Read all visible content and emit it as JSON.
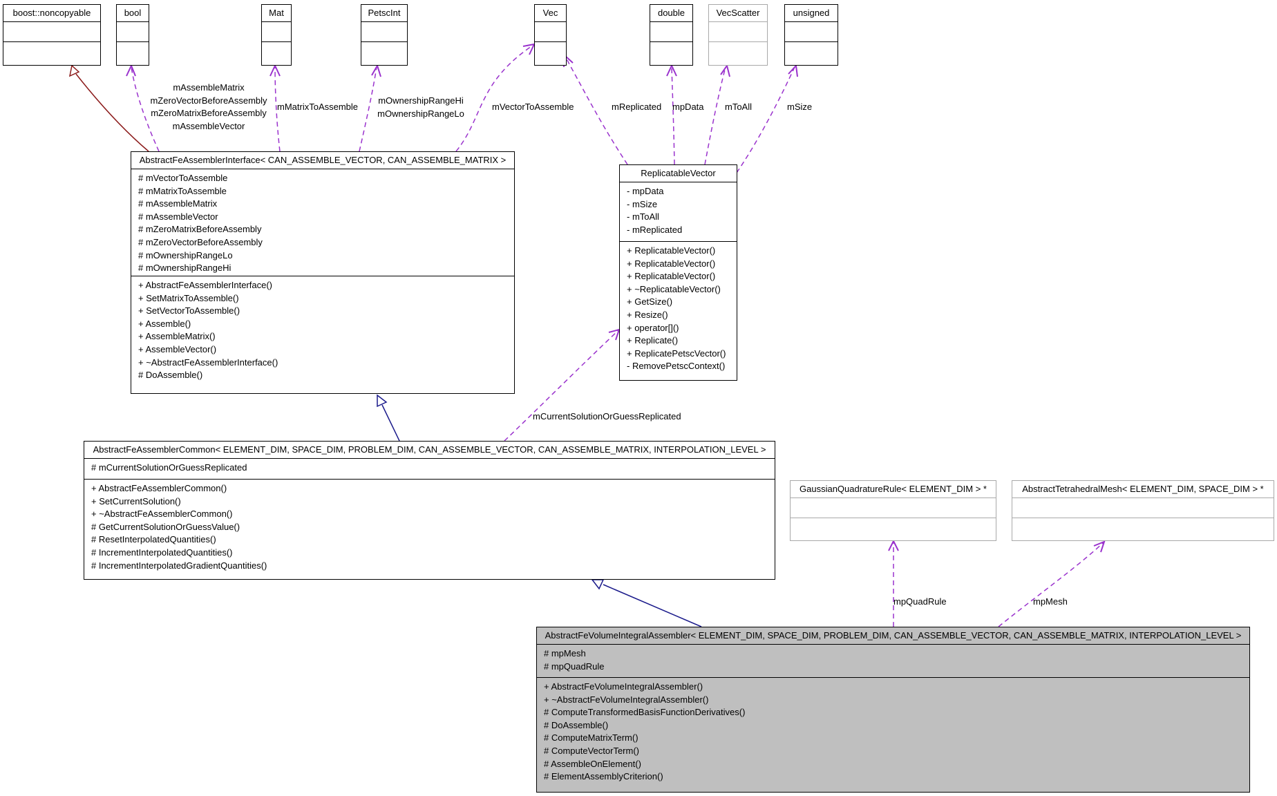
{
  "diagram": {
    "classes": {
      "noncopyable": {
        "name": "boost::noncopyable",
        "attributes": [],
        "operations": []
      },
      "bool": {
        "name": "bool",
        "attributes": [],
        "operations": []
      },
      "mat": {
        "name": "Mat",
        "attributes": [],
        "operations": []
      },
      "petscint": {
        "name": "PetscInt",
        "attributes": [],
        "operations": []
      },
      "vec": {
        "name": "Vec",
        "attributes": [],
        "operations": []
      },
      "double": {
        "name": "double",
        "attributes": [],
        "operations": []
      },
      "vecscatter": {
        "name": "VecScatter",
        "attributes": [],
        "operations": []
      },
      "unsigned": {
        "name": "unsigned",
        "attributes": [],
        "operations": []
      },
      "interface": {
        "name": "AbstractFeAssemblerInterface< CAN_ASSEMBLE_VECTOR, CAN_ASSEMBLE_MATRIX >",
        "attributes": [
          "# mVectorToAssemble",
          "# mMatrixToAssemble",
          "# mAssembleMatrix",
          "# mAssembleVector",
          "# mZeroMatrixBeforeAssembly",
          "# mZeroVectorBeforeAssembly",
          "# mOwnershipRangeLo",
          "# mOwnershipRangeHi"
        ],
        "operations": [
          "+ AbstractFeAssemblerInterface()",
          "+ SetMatrixToAssemble()",
          "+ SetVectorToAssemble()",
          "+ Assemble()",
          "+ AssembleMatrix()",
          "+ AssembleVector()",
          "+ ~AbstractFeAssemblerInterface()",
          "# DoAssemble()"
        ]
      },
      "replicable": {
        "name": "ReplicatableVector",
        "attributes": [
          "- mpData",
          "- mSize",
          "- mToAll",
          "- mReplicated"
        ],
        "operations": [
          "+ ReplicatableVector()",
          "+ ReplicatableVector()",
          "+ ReplicatableVector()",
          "+ ~ReplicatableVector()",
          "+ GetSize()",
          "+ Resize()",
          "+ operator[]()",
          "+ Replicate()",
          "+ ReplicatePetscVector()",
          "- RemovePetscContext()"
        ]
      },
      "common": {
        "name": "AbstractFeAssemblerCommon< ELEMENT_DIM, SPACE_DIM, PROBLEM_DIM, CAN_ASSEMBLE_VECTOR, CAN_ASSEMBLE_MATRIX, INTERPOLATION_LEVEL >",
        "attributes": [
          "# mCurrentSolutionOrGuessReplicated"
        ],
        "operations": [
          "+ AbstractFeAssemblerCommon()",
          "+ SetCurrentSolution()",
          "+ ~AbstractFeAssemblerCommon()",
          "# GetCurrentSolutionOrGuessValue()",
          "# ResetInterpolatedQuantities()",
          "# IncrementInterpolatedQuantities()",
          "# IncrementInterpolatedGradientQuantities()"
        ]
      },
      "quadrule": {
        "name": "GaussianQuadratureRule< ELEMENT_DIM > *",
        "attributes": [],
        "operations": []
      },
      "tetmesh": {
        "name": "AbstractTetrahedralMesh< ELEMENT_DIM, SPACE_DIM > *",
        "attributes": [],
        "operations": []
      },
      "volume": {
        "name": "AbstractFeVolumeIntegralAssembler< ELEMENT_DIM, SPACE_DIM, PROBLEM_DIM, CAN_ASSEMBLE_VECTOR, CAN_ASSEMBLE_MATRIX, INTERPOLATION_LEVEL >",
        "attributes": [
          "# mpMesh",
          "# mpQuadRule"
        ],
        "operations": [
          "+ AbstractFeVolumeIntegralAssembler()",
          "+ ~AbstractFeVolumeIntegralAssembler()",
          "# ComputeTransformedBasisFunctionDerivatives()",
          "# DoAssemble()",
          "# ComputeMatrixTerm()",
          "# ComputeVectorTerm()",
          "# AssembleOnElement()",
          "# ElementAssemblyCriterion()"
        ]
      }
    },
    "edge_labels": {
      "bool_lines": [
        "mAssembleMatrix",
        "mZeroVectorBeforeAssembly",
        "mZeroMatrixBeforeAssembly",
        "mAssembleVector"
      ],
      "mat": "mMatrixToAssemble",
      "petscint_lines": [
        "mOwnershipRangeHi",
        "mOwnershipRangeLo"
      ],
      "vec_interface": "mVectorToAssemble",
      "vec_replicable": "mReplicated",
      "double": "mpData",
      "vecscatter": "mToAll",
      "unsigned": "mSize",
      "replicable_common": "mCurrentSolutionOrGuessReplicated",
      "quadrule": "mpQuadRule",
      "tetmesh": "mpMesh"
    },
    "colors": {
      "inheritance_red": "#8b1a1a",
      "inheritance_blue": "#1a1a8b",
      "usage_purple": "#9a32cd",
      "main_fill": "#bfbfbf",
      "gray_border": "#a8a8a8"
    }
  }
}
